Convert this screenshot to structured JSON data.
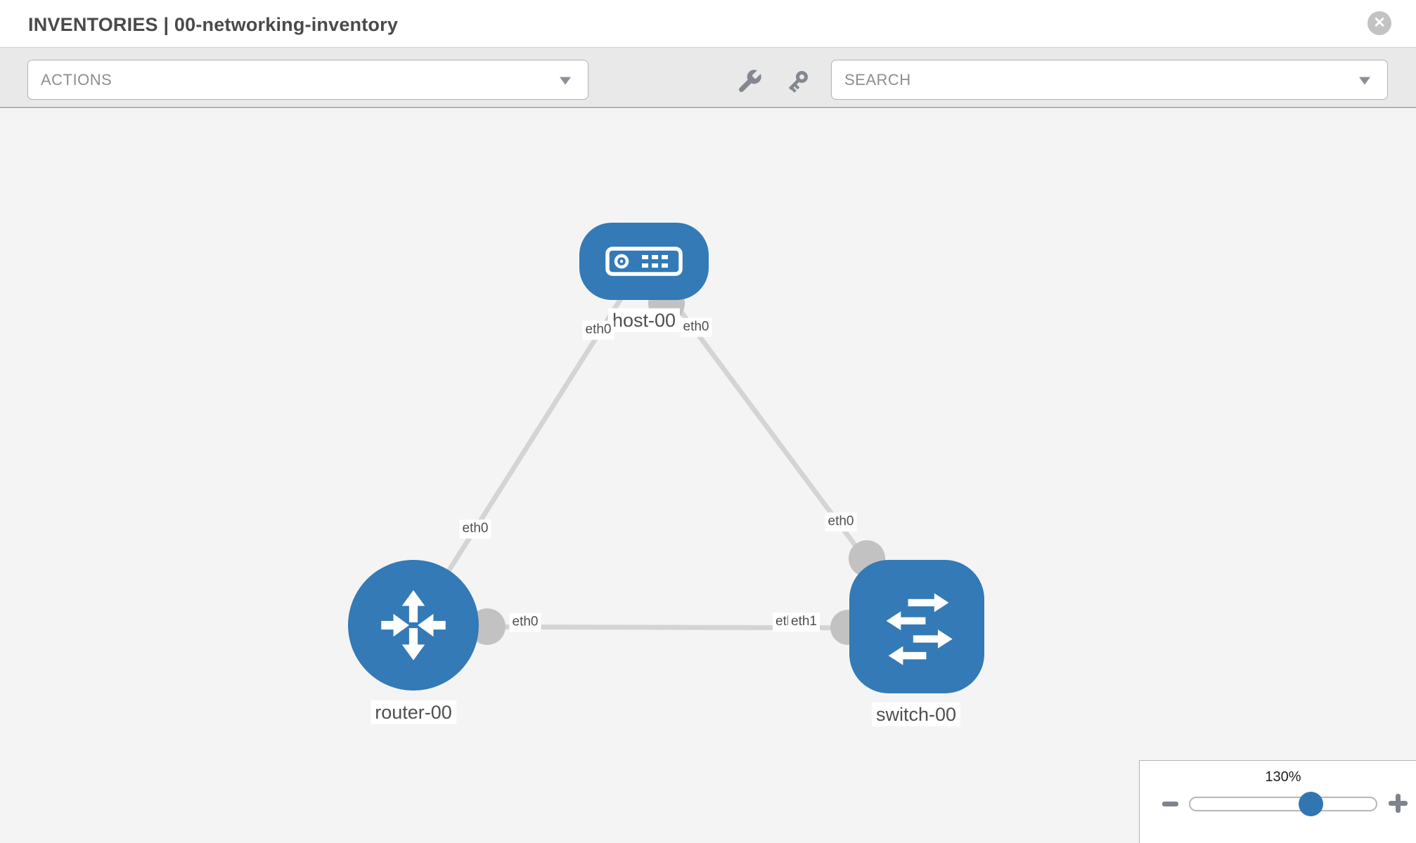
{
  "header": {
    "title": "INVENTORIES | 00-networking-inventory",
    "close_glyph": "✕"
  },
  "toolbar": {
    "actions_label": "ACTIONS",
    "search_label": "SEARCH"
  },
  "topology": {
    "nodes": [
      {
        "id": "host-00",
        "label": "host-00",
        "type": "host"
      },
      {
        "id": "router-00",
        "label": "router-00",
        "type": "router"
      },
      {
        "id": "switch-00",
        "label": "switch-00",
        "type": "switch"
      }
    ],
    "links": [
      {
        "from": "host-00",
        "to": "router-00",
        "from_interface": "eth0",
        "to_interface": "eth0"
      },
      {
        "from": "host-00",
        "to": "switch-00",
        "from_interface": "eth0",
        "to_interface": "eth0"
      },
      {
        "from": "router-00",
        "to": "switch-00",
        "from_interface": "eth0",
        "to_interface": "eth1"
      }
    ],
    "interface_labels": {
      "host_left": "eth0",
      "host_right": "eth0",
      "router_top": "eth0",
      "switch_top": "eth0",
      "router_mid": "eth0",
      "switch_mid_back": "eth0",
      "switch_mid_front": "eth1"
    }
  },
  "zoom_control": {
    "level": "130%"
  },
  "colors": {
    "node_blue": "#337ab7",
    "link_gray": "#d4d4d4",
    "port_gray": "#c2c2c2",
    "toolbar_bg": "#e9e9e9",
    "canvas_bg": "#f4f4f4",
    "icon_gray": "#838890"
  }
}
